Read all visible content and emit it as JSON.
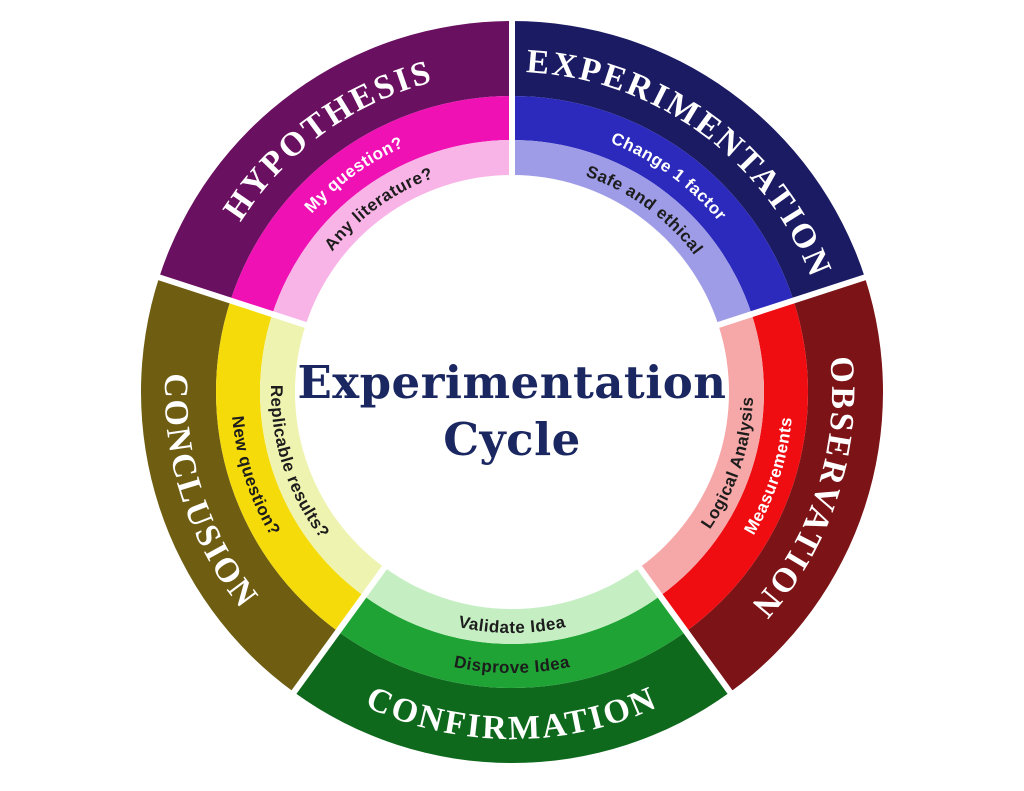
{
  "title": {
    "line1": "Experimentation",
    "line2": "Cycle"
  },
  "colors": {
    "background": "#ffffff",
    "title_text": "#1b2760",
    "divider": "#ffffff",
    "light_text": "#ffffff",
    "dark_text": "#1c1c1c"
  },
  "wheel": {
    "segments": [
      {
        "id": "experimentation",
        "label": "EXPERIMENTATION",
        "start_deg": 0,
        "end_deg": 72,
        "outer_dir": "cw",
        "sub_dir": "cw",
        "rings": {
          "outer": "#1b1b64",
          "middle": "#2b2abc",
          "inner": "#9e9ce6"
        },
        "outer_label_color": "#ffffff",
        "middle_label": "Change 1 factor",
        "middle_label_color": "#ffffff",
        "inner_label": "Safe and ethical",
        "inner_label_color": "#1c1c1c"
      },
      {
        "id": "observation",
        "label": "OBSERVATION",
        "start_deg": 72,
        "end_deg": 144,
        "outer_dir": "cw",
        "sub_dir": "ccw",
        "rings": {
          "outer": "#7c1316",
          "middle": "#ef0d12",
          "inner": "#f6a7a7"
        },
        "outer_label_color": "#ffffff",
        "middle_label": "Measurements",
        "middle_label_color": "#ffffff",
        "inner_label": "Logical Analysis",
        "inner_label_color": "#1c1c1c"
      },
      {
        "id": "confirmation",
        "label": "CONFIRMATION",
        "start_deg": 144,
        "end_deg": 216,
        "outer_dir": "ccw",
        "sub_dir": "ccw",
        "rings": {
          "outer": "#0f691c",
          "middle": "#1fa334",
          "inner": "#c5efc3"
        },
        "outer_label_color": "#ffffff",
        "middle_label": "Disprove Idea",
        "middle_label_color": "#1c1c1c",
        "inner_label": "Validate Idea",
        "inner_label_color": "#1c1c1c"
      },
      {
        "id": "conclusion",
        "label": "CONCLUSION",
        "start_deg": 216,
        "end_deg": 288,
        "outer_dir": "ccw",
        "sub_dir": "ccw",
        "rings": {
          "outer": "#6f5d12",
          "middle": "#f5db0a",
          "inner": "#eff3b0"
        },
        "outer_label_color": "#ffffff",
        "middle_label": "New question?",
        "middle_label_color": "#1c1c1c",
        "inner_label": "Replicable results?",
        "inner_label_color": "#1c1c1c"
      },
      {
        "id": "hypothesis",
        "label": "HYPOTHESIS",
        "start_deg": 288,
        "end_deg": 360,
        "outer_dir": "cw",
        "sub_dir": "cw",
        "rings": {
          "outer": "#6a1060",
          "middle": "#f011b4",
          "inner": "#f9b4e7"
        },
        "outer_label_color": "#ffffff",
        "middle_label": "My question?",
        "middle_label_color": "#ffffff",
        "inner_label": "Any literature?",
        "inner_label_color": "#1c1c1c"
      }
    ]
  }
}
